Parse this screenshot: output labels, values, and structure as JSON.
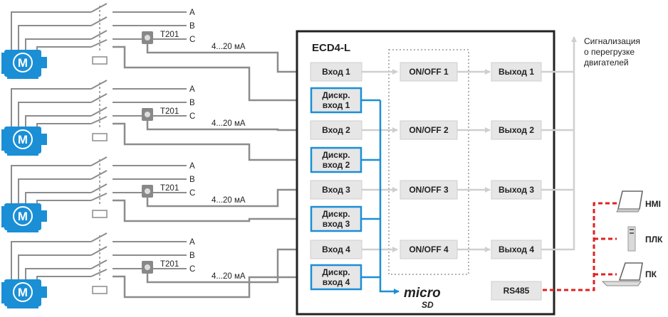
{
  "controller": {
    "title": "ECD4-L",
    "inputs": [
      "Вход 1",
      "Вход 2",
      "Вход 3",
      "Вход 4"
    ],
    "digital_inputs": [
      {
        "line1": "Дискр.",
        "line2": "вход 1"
      },
      {
        "line1": "Дискр.",
        "line2": "вход 2"
      },
      {
        "line1": "Дискр.",
        "line2": "вход 3"
      },
      {
        "line1": "Дискр.",
        "line2": "вход 4"
      }
    ],
    "logic": [
      "ON/OFF 1",
      "ON/OFF 2",
      "ON/OFF 3",
      "ON/OFF 4"
    ],
    "outputs": [
      "Выход 1",
      "Выход 2",
      "Выход 3",
      "Выход 4"
    ],
    "rs485": "RS485",
    "microsd": {
      "big": "micro",
      "small": "SD"
    }
  },
  "motors": [
    {
      "motor_label": "M",
      "phases": [
        "A",
        "B",
        "C"
      ],
      "sensor": "T201",
      "signal": "4...20 мА"
    },
    {
      "motor_label": "M",
      "phases": [
        "A",
        "B",
        "C"
      ],
      "sensor": "T201",
      "signal": "4...20 мА"
    },
    {
      "motor_label": "M",
      "phases": [
        "A",
        "B",
        "C"
      ],
      "sensor": "T201",
      "signal": "4...20 мА"
    },
    {
      "motor_label": "M",
      "phases": [
        "A",
        "B",
        "C"
      ],
      "sensor": "T201",
      "signal": "4...20 мА"
    }
  ],
  "alarm_note": [
    "Сигнализация",
    "о перегрузке",
    "двигателей"
  ],
  "devices": [
    "HMI",
    "ПЛК",
    "ПК"
  ],
  "colors": {
    "frame": "#222222",
    "gray_line": "#8c8c8c",
    "out_line": "#cfcfcf",
    "blue": "#1a8fd6",
    "red_dashed": "#e02020",
    "box_fill": "#e6e6e6"
  }
}
